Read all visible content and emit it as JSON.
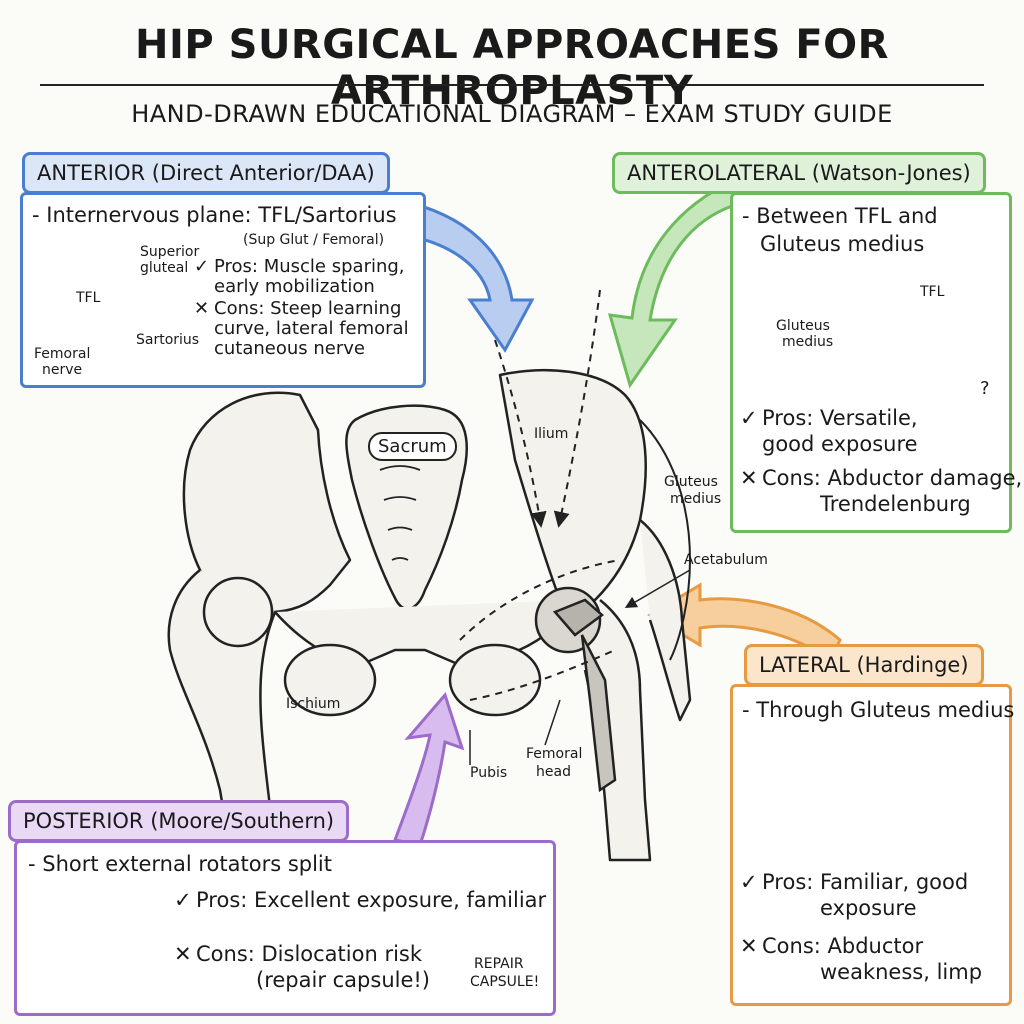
{
  "title": "Hip Surgical Approaches for Arthroplasty",
  "subtitle": "HAND-DRAWN EDUCATIONAL DIAGRAM – EXAM STUDY GUIDE",
  "colors": {
    "anterior": "#4a7fd0",
    "anterior_fill": "#dbe6f7",
    "anterolateral": "#6dbb5c",
    "anterolateral_fill": "#e0f1da",
    "lateral": "#e79a44",
    "lateral_fill": "#fbe6cc",
    "posterior": "#9c6cc8",
    "posterior_fill": "#ead9f5"
  },
  "anterior": {
    "heading": "ANTERIOR (Direct Anterior/DAA)",
    "plane": "- Internervous plane: TFL/Sartorius",
    "nerves": "(Sup Glut / Femoral)",
    "pros_mark": "✓",
    "pros_1": "Pros: Muscle sparing,",
    "pros_2": "early mobilization",
    "cons_mark": "✕",
    "cons_1": "Cons: Steep learning",
    "cons_2": "curve, lateral femoral",
    "cons_3": "cutaneous nerve",
    "sketch": {
      "superior_1": "Superior",
      "superior_2": "gluteal",
      "tfl": "TFL",
      "sartorius": "Sartorius",
      "femoral_1": "Femoral",
      "femoral_2": "nerve"
    }
  },
  "anterolateral": {
    "heading": "ANTEROLATERAL (Watson-Jones)",
    "line_1": "- Between TFL and",
    "line_2": "Gluteus medius",
    "tfl": "TFL",
    "gm_1": "Gluteus",
    "gm_2": "medius",
    "pros_mark": "✓",
    "pros_1": "Pros: Versatile,",
    "pros_2": "good exposure",
    "cons_mark": "✕",
    "cons_1": "Cons: Abductor damage,",
    "cons_2": "Trendelenburg",
    "question": "?"
  },
  "lateral": {
    "heading": "LATERAL (Hardinge)",
    "line_1": "- Through Gluteus medius",
    "pros_mark": "✓",
    "pros_1": "Pros: Familiar, good",
    "pros_2": "exposure",
    "cons_mark": "✕",
    "cons_1": "Cons: Abductor",
    "cons_2": "weakness, limp"
  },
  "posterior": {
    "heading": "POSTERIOR (Moore/Southern)",
    "line_1": "- Short external rotators split",
    "pros_mark": "✓",
    "pros_1": "Pros: Excellent exposure, familiar",
    "cons_mark": "✕",
    "cons_1": "Cons: Dislocation risk",
    "cons_2": "(repair capsule!)",
    "warn_1": "REPAIR",
    "warn_2": "CAPSULE!",
    "warn_icon": "!"
  },
  "pelvis": {
    "sacrum": "Sacrum",
    "ilium": "Ilium",
    "gm_1": "Gluteus",
    "gm_2": "medius",
    "acetabulum": "Acetabulum",
    "ischium": "Ischium",
    "pubis": "Pubis",
    "fh_1": "Femoral",
    "fh_2": "head"
  }
}
